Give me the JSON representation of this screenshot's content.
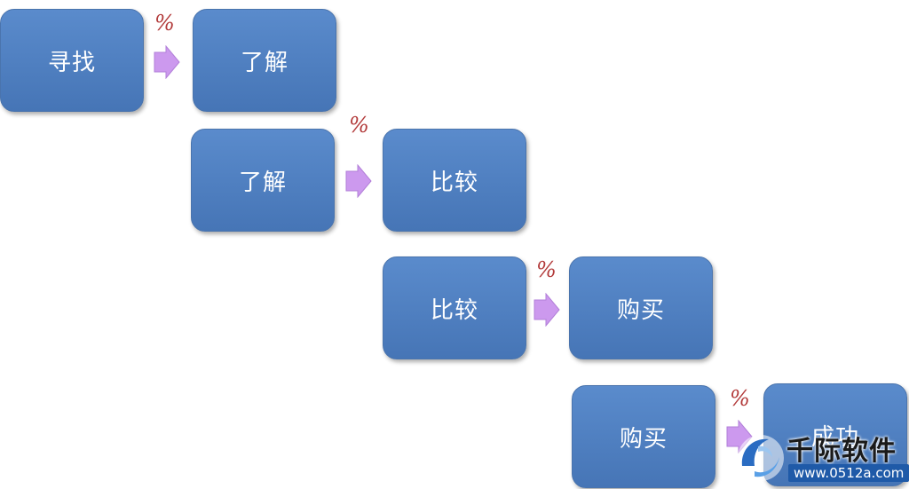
{
  "diagram": {
    "rows": [
      {
        "from": "寻找",
        "to": "了解",
        "connector": "%"
      },
      {
        "from": "了解",
        "to": "比较",
        "connector": "%"
      },
      {
        "from": "比较",
        "to": "购买",
        "connector": "%"
      },
      {
        "from": "购买",
        "to": "成功",
        "connector": "%"
      }
    ]
  },
  "colors": {
    "box_fill": "#4f7fc0",
    "arrow_fill": "#cc99ee",
    "percent_text": "#b23a3a"
  },
  "watermark": {
    "title": "千际软件",
    "url": "www.0512a.com"
  }
}
